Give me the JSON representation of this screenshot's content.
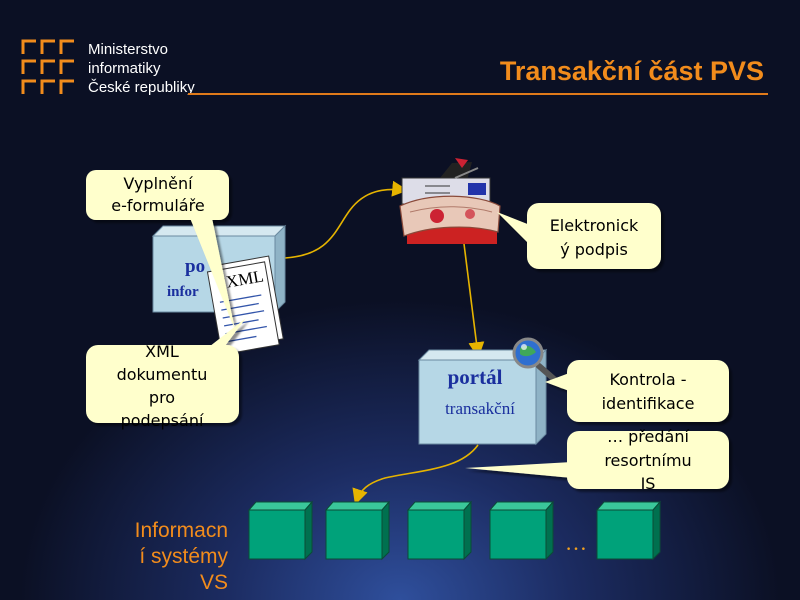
{
  "header": {
    "org_lines": [
      "Ministerstvo",
      "informatiky",
      "České republiky"
    ],
    "title": "Transakční část PVS"
  },
  "diagram": {
    "form_bubble": [
      "Vyplnění",
      "e-formuláře"
    ],
    "portal_info": [
      "po",
      "infor"
    ],
    "xml_tag": "<XML",
    "xml_bubble": [
      "XML",
      "dokumentu",
      "pro",
      "podepsání"
    ],
    "signature_bubble": [
      "Elektronick",
      "ý podpis"
    ],
    "portal_trans": [
      "portál",
      "transakční"
    ],
    "control_bubble": [
      "Kontrola -",
      "identifikace"
    ],
    "handover_bubble": [
      "… předání",
      "resortnímu",
      "IS"
    ],
    "is_label": [
      "Informacn",
      "í systémy",
      "VS"
    ],
    "ellipsis": "…"
  },
  "colors": {
    "title": "#f28c1c",
    "bubble_fill": "#ffffcc",
    "portal_fill": "#b6d7e6",
    "is_cube": "#00a27a",
    "arrow": "#e6b400"
  },
  "icons": [
    "ministry-logo-icon",
    "signing-person-icon",
    "magnifier-globe-icon",
    "xml-document-icon"
  ]
}
